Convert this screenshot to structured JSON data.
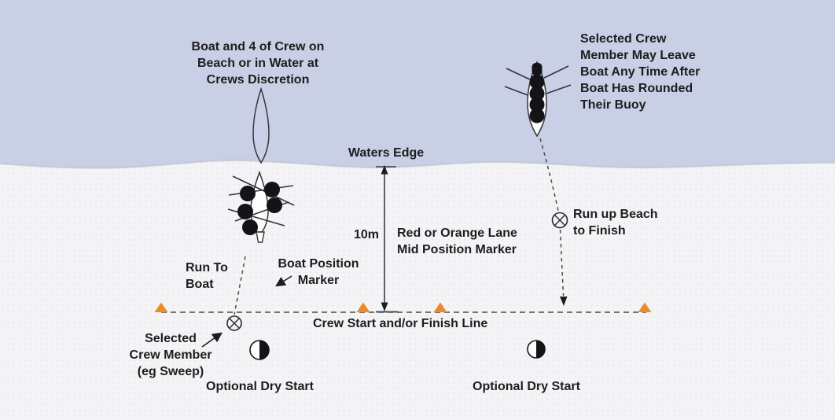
{
  "diagram": {
    "title_context": "Beach sprint rowing start and finish layout",
    "labels": {
      "boat_crew_discretion": "Boat and 4 of Crew on\nBeach or in Water at\nCrews Discretion",
      "selected_crew_leave": "Selected Crew\nMember May Leave\nBoat Any Time After\nBoat Has Rounded\nTheir Buoy",
      "waters_edge": "Waters Edge",
      "distance": "10m",
      "lane_marker": "Red or Orange Lane\nMid Position Marker",
      "run_up_beach": "Run up Beach\nto Finish",
      "run_to_boat": "Run To\nBoat",
      "boat_position_marker": "Boat Position\nMarker",
      "selected_crew_member": "Selected\nCrew Member\n(eg Sweep)",
      "crew_start_finish": "Crew Start and/or Finish Line",
      "optional_dry_start": "Optional Dry Start"
    },
    "colors": {
      "water": "#c9cfe4",
      "beach": "#f4f4f6",
      "text": "#1d1d1f",
      "marker_orange": "#ec8a2d",
      "line_dark": "#4a4a4a",
      "boat_outline": "#34343b",
      "crew_fill": "#141418"
    },
    "icons": [
      "empty-boat-icon",
      "crew-boat-on-beach-icon",
      "rowing-boat-icon",
      "crossed-circle-icon",
      "dry-start-half-circle-icon",
      "lane-marker-triangle-icon",
      "dimension-arrow-icon",
      "direction-arrow-icon"
    ]
  }
}
